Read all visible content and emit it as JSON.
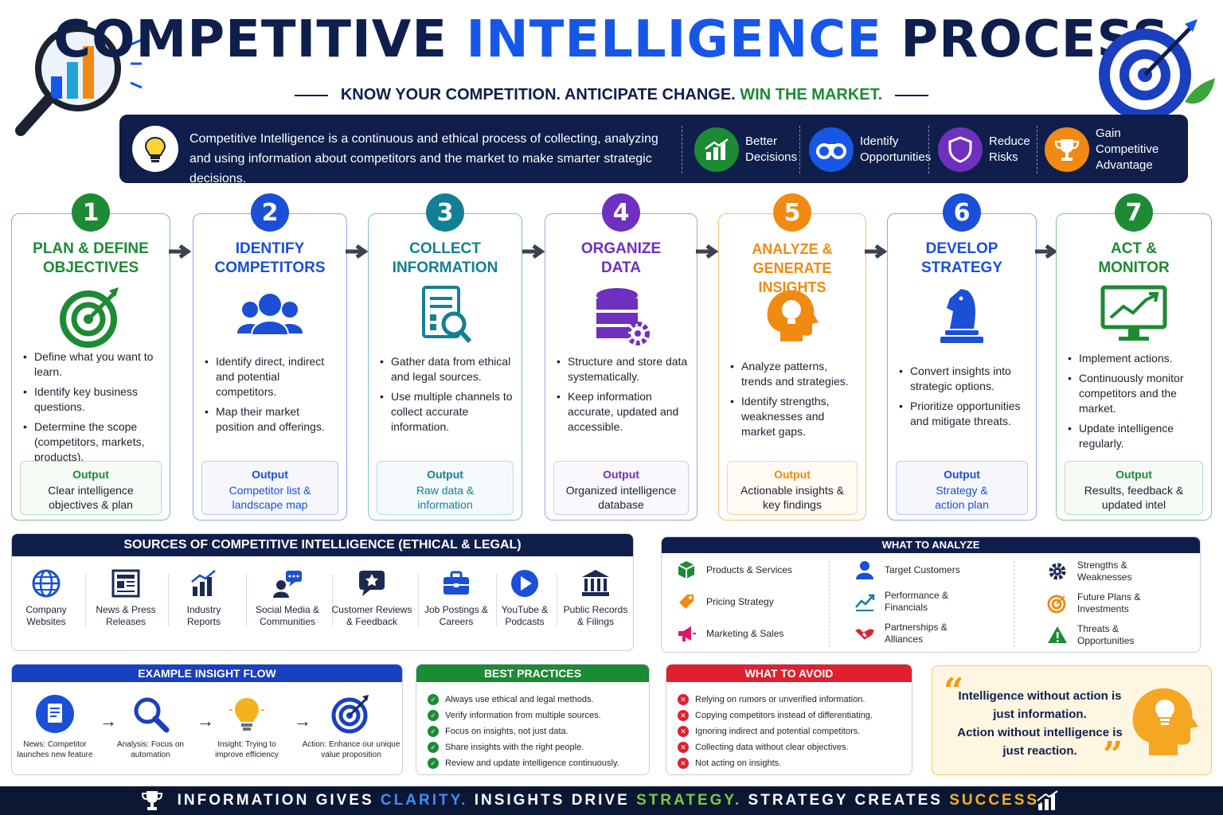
{
  "header": {
    "title_part1": "COMPETITIVE ",
    "title_part2": "INTELLIGENCE",
    "title_part3": " PROCESS",
    "tagline_part1": "KNOW YOUR COMPETITION. ANTICIPATE CHANGE. ",
    "tagline_part2": "WIN THE MARKET."
  },
  "banner": {
    "intro": "Competitive Intelligence is a continuous and ethical process of collecting, analyzing and using information about competitors and the market to make smarter strategic decisions.",
    "benefits": [
      {
        "label": "Better Decisions",
        "icon": "growth-chart-icon",
        "color": "#1d8a34"
      },
      {
        "label": "Identify Opportunities",
        "icon": "binoculars-icon",
        "color": "#1657e8"
      },
      {
        "label": "Reduce Risks",
        "icon": "shield-icon",
        "color": "#6f2fbf"
      },
      {
        "label": "Gain Competitive Advantage",
        "icon": "trophy-icon",
        "color": "#f08a12"
      }
    ]
  },
  "steps": [
    {
      "num": "1",
      "title": "PLAN & DEFINE OBJECTIVES",
      "color": "#1d8a34",
      "icon": "target-icon",
      "bullets": [
        "Define what you want to learn.",
        "Identify key business questions.",
        "Determine the scope (competitors, markets, products)."
      ],
      "output_label": "Output",
      "output": "Clear intelligence objectives & plan"
    },
    {
      "num": "2",
      "title": "IDENTIFY COMPETITORS",
      "color": "#1a4fd6",
      "icon": "people-icon",
      "bullets": [
        "Identify direct, indirect and potential competitors.",
        "Map their market position and offerings."
      ],
      "output_label": "Output",
      "output": "Competitor list & landscape map"
    },
    {
      "num": "3",
      "title": "COLLECT INFORMATION",
      "color": "#137f95",
      "icon": "document-search-icon",
      "bullets": [
        "Gather data from ethical and legal sources.",
        "Use multiple channels to collect accurate information."
      ],
      "output_label": "Output",
      "output": "Raw data & information"
    },
    {
      "num": "4",
      "title": "ORGANIZE DATA",
      "color": "#6f2fbf",
      "icon": "database-icon",
      "bullets": [
        "Structure and store data systematically.",
        "Keep information accurate, updated and accessible."
      ],
      "output_label": "Output",
      "output": "Organized intelligence database"
    },
    {
      "num": "5",
      "title": "ANALYZE & GENERATE INSIGHTS",
      "color": "#f08a12",
      "icon": "head-bulb-icon",
      "bullets": [
        "Analyze patterns, trends and strategies.",
        "Identify strengths, weaknesses and market gaps."
      ],
      "output_label": "Output",
      "output": "Actionable insights & key findings"
    },
    {
      "num": "6",
      "title": "DEVELOP STRATEGY",
      "color": "#1a4fd6",
      "icon": "chess-knight-icon",
      "bullets": [
        "Convert insights into strategic options.",
        "Prioritize opportunities and mitigate threats."
      ],
      "output_label": "Output",
      "output": "Strategy & action plan"
    },
    {
      "num": "7",
      "title": "ACT & MONITOR",
      "color": "#1d8a34",
      "icon": "monitor-chart-icon",
      "bullets": [
        "Implement actions.",
        "Continuously monitor competitors and the market.",
        "Update intelligence regularly."
      ],
      "output_label": "Output",
      "output": "Results, feedback & updated intel"
    }
  ],
  "sources": {
    "title": "SOURCES OF COMPETITIVE INTELLIGENCE (ETHICAL & LEGAL)",
    "items": [
      {
        "label": "Company Websites",
        "icon": "globe-icon"
      },
      {
        "label": "News & Press Releases",
        "icon": "newspaper-icon"
      },
      {
        "label": "Industry Reports",
        "icon": "bar-chart-icon"
      },
      {
        "label": "Social Media & Communities",
        "icon": "chat-people-icon"
      },
      {
        "label": "Customer Reviews & Feedback",
        "icon": "star-bubble-icon"
      },
      {
        "label": "Job Postings & Careers",
        "icon": "briefcase-icon"
      },
      {
        "label": "YouTube & Podcasts",
        "icon": "play-icon"
      },
      {
        "label": "Public Records & Filings",
        "icon": "institution-icon"
      }
    ]
  },
  "what_to_analyze": {
    "title": "WHAT TO ANALYZE",
    "items": [
      {
        "label": "Products & Services",
        "icon": "box-icon"
      },
      {
        "label": "Pricing Strategy",
        "icon": "price-tag-icon"
      },
      {
        "label": "Marketing & Sales",
        "icon": "megaphone-icon"
      },
      {
        "label": "Target Customers",
        "icon": "person-icon"
      },
      {
        "label": "Performance & Financials",
        "icon": "trend-line-icon"
      },
      {
        "label": "Partnerships & Alliances",
        "icon": "handshake-icon"
      },
      {
        "label": "Strengths & Weaknesses",
        "icon": "gear-icon"
      },
      {
        "label": "Future Plans & Investments",
        "icon": "target-small-icon"
      },
      {
        "label": "Threats & Opportunities",
        "icon": "warning-icon"
      }
    ]
  },
  "flow": {
    "title": "EXAMPLE INSIGHT FLOW",
    "items": [
      {
        "label": "News: Competitor launches new feature",
        "icon": "news-icon"
      },
      {
        "label": "Analysis: Focus on automation",
        "icon": "magnifier-icon"
      },
      {
        "label": "Insight: Trying to improve efficiency",
        "icon": "bulb-icon"
      },
      {
        "label": "Action: Enhance our unique value proposition",
        "icon": "target-arrow-icon"
      }
    ],
    "arrow": "→"
  },
  "best_practices": {
    "title": "BEST PRACTICES",
    "check": "✓",
    "items": [
      "Always use ethical and legal methods.",
      "Verify information from multiple sources.",
      "Focus on insights, not just data.",
      "Share insights with the right people.",
      "Review and update intelligence continuously."
    ]
  },
  "avoid": {
    "title": "WHAT TO AVOID",
    "mark": "✕",
    "items": [
      "Relying on rumors or unverified information.",
      "Copying competitors instead of differentiating.",
      "Ignoring indirect and potential competitors.",
      "Collecting data without clear objectives.",
      "Not acting on insights."
    ]
  },
  "quote": {
    "open": "“",
    "close": "”",
    "text_line1": "Intelligence without action is just information.",
    "text_line2": "Action without intelligence is just reaction."
  },
  "footer": {
    "p1": "INFORMATION GIVES ",
    "p2": "CLARITY.",
    "p3": " INSIGHTS DRIVE ",
    "p4": "STRATEGY.",
    "p5": " STRATEGY CREATES ",
    "p6": "SUCCESS."
  },
  "colors": {
    "navy": "#0f1e4a",
    "blue": "#1657e8",
    "green": "#1d8a34",
    "red": "#e0202f",
    "orange": "#f08a12"
  }
}
